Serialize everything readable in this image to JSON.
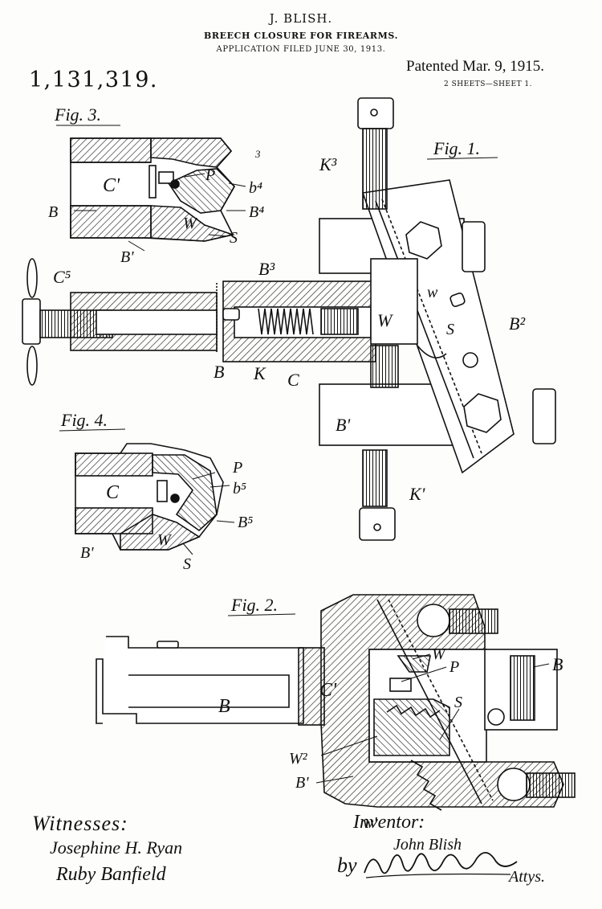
{
  "header": {
    "inventor": "J. BLISH.",
    "title": "BREECH CLOSURE FOR FIREARMS.",
    "application": "APPLICATION FILED JUNE 30, 1913.",
    "patent_number": "1,131,319.",
    "patented_date": "Patented Mar. 9, 1915.",
    "sheets": "2 SHEETS—SHEET 1."
  },
  "figures": {
    "fig1": "Fig. 1.",
    "fig2": "Fig. 2.",
    "fig3": "Fig. 3.",
    "fig4": "Fig. 4."
  },
  "labels": {
    "fig3": [
      "C'",
      "P",
      "b⁴",
      "B",
      "W",
      "B⁴",
      "S",
      "B'",
      "3"
    ],
    "fig1": [
      "K³",
      "C⁵",
      "B³",
      "W",
      "w",
      "S",
      "B²",
      "B",
      "K",
      "C",
      "B'",
      "K'"
    ],
    "fig4": [
      "C",
      "P",
      "b⁵",
      "B⁵",
      "W",
      "B'",
      "S"
    ],
    "fig2": [
      "W",
      "P",
      "B",
      "C'",
      "B",
      "S",
      "W²",
      "B'",
      "w'"
    ]
  },
  "signatures": {
    "witnesses_label": "Witnesses:",
    "witness_1": "Josephine H. Ryan",
    "witness_2": "Ruby Banfield",
    "inventor_label": "Inventor:",
    "inventor_name": "John Blish",
    "by": "by",
    "attorneys": "Attys."
  }
}
